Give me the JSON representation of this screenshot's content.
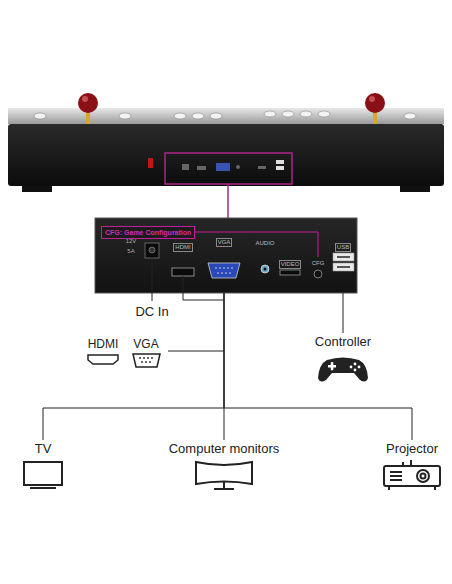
{
  "diagram": {
    "nodes": [
      {
        "text": [
          "CFG: Game Configuration"
        ]
      },
      {
        "text": [
          "TV"
        ]
      },
      {
        "text": [
          "Computer monitors"
        ]
      },
      {
        "text": [
          "Projector"
        ]
      },
      {
        "text": [
          "Controller"
        ]
      }
    ],
    "edges": [
      {
        "from": 0,
        "to": 1,
        "arrow": "none"
      },
      {
        "from": 0,
        "to": 2,
        "arrow": "none"
      },
      {
        "from": 0,
        "to": 3,
        "arrow": "none"
      },
      {
        "from": 0,
        "to": 4,
        "arrow": "none"
      }
    ],
    "labels": [
      "12V",
      "5A",
      "HDMI",
      "VGA",
      "AUDIO",
      "VIDEO",
      "CFG",
      "USB",
      "DC In",
      "HDMI",
      "VGA"
    ]
  }
}
